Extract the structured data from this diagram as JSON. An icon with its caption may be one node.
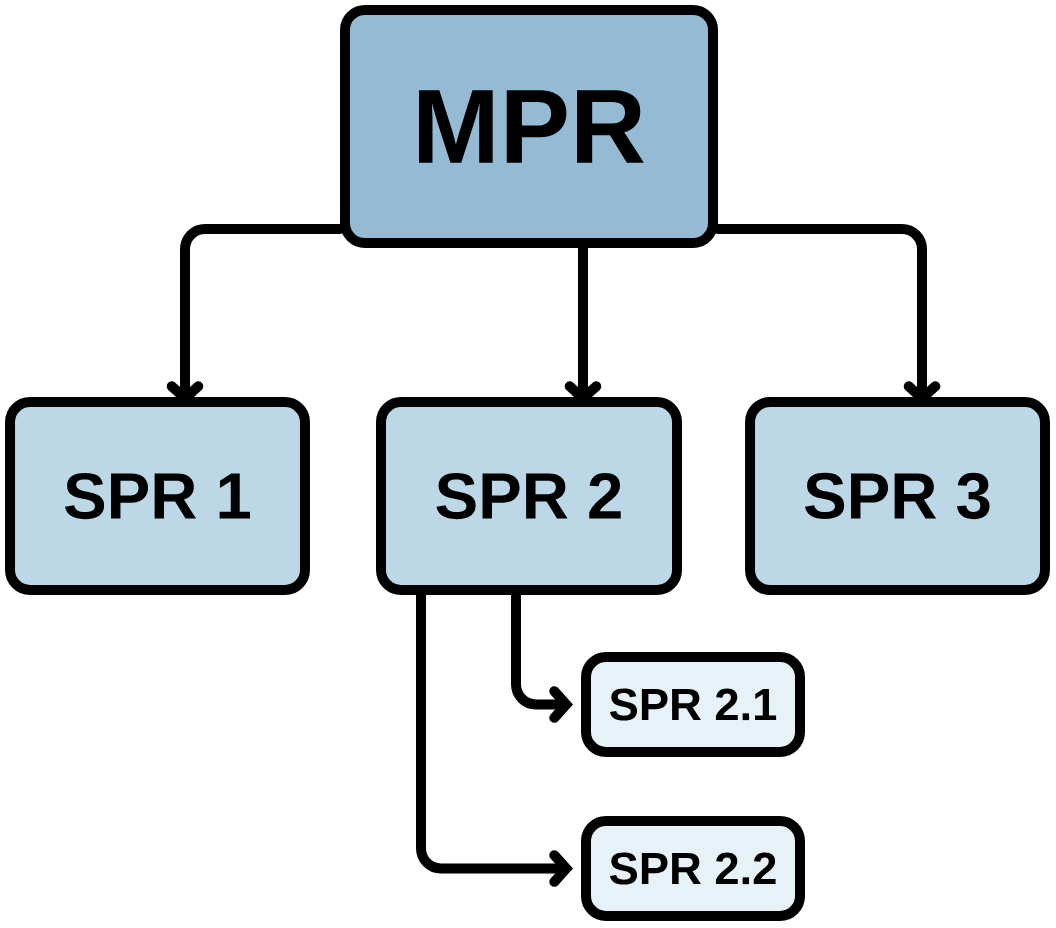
{
  "diagram": {
    "nodes": [
      {
        "text": [
          "MPR"
        ]
      },
      {
        "text": [
          "SPR 1"
        ]
      },
      {
        "text": [
          "SPR 2"
        ]
      },
      {
        "text": [
          "SPR 3"
        ]
      },
      {
        "text": [
          "SPR 2.1"
        ]
      },
      {
        "text": [
          "SPR 2.2"
        ]
      }
    ],
    "edges": [
      {
        "from": 0,
        "to": 1,
        "arrow": "to"
      },
      {
        "from": 0,
        "to": 2,
        "arrow": "to"
      },
      {
        "from": 0,
        "to": 3,
        "arrow": "to"
      },
      {
        "from": 2,
        "to": 4,
        "arrow": "to"
      },
      {
        "from": 2,
        "to": 5,
        "arrow": "to"
      }
    ]
  }
}
